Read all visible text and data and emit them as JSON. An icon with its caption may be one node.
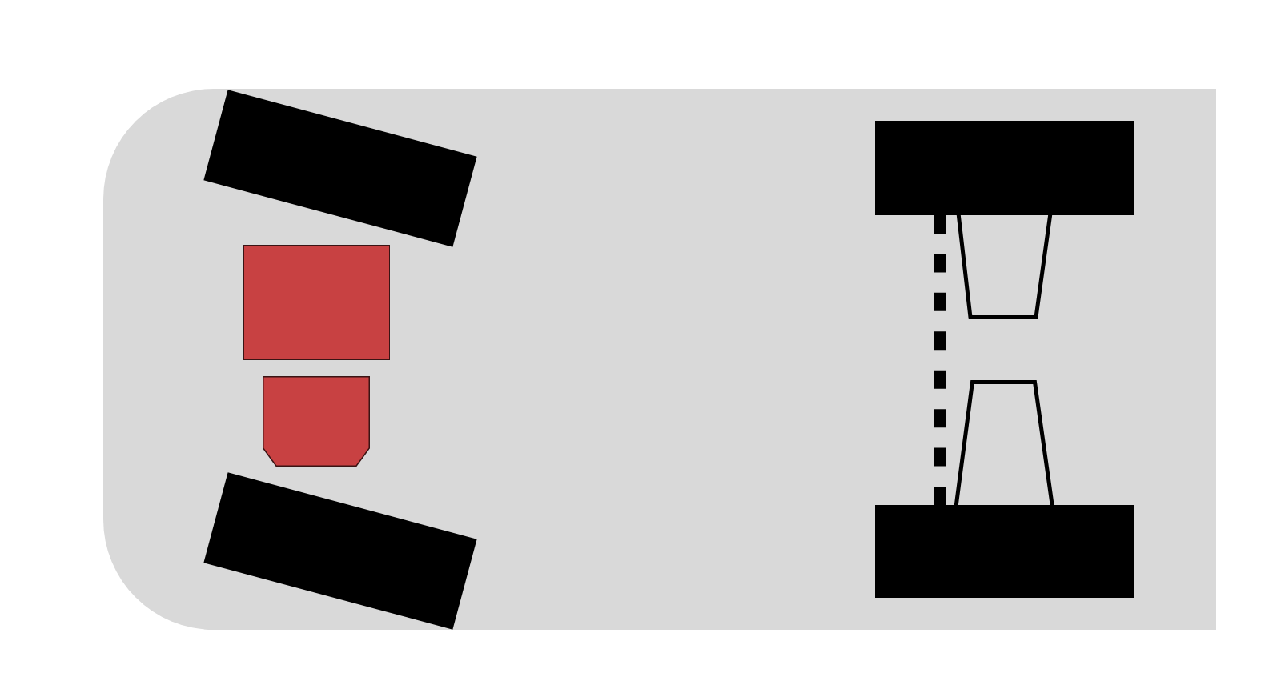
{
  "diagram": {
    "nodes": [
      {
        "text": [],
        "shape": "box"
      },
      {
        "text": [],
        "shape": "box",
        "in": 0
      },
      {
        "text": [],
        "shape": "box",
        "in": 0
      },
      {
        "text": [],
        "shape": "box",
        "in": 0
      },
      {
        "text": [],
        "shape": "box",
        "in": 0
      },
      {
        "text": [],
        "shape": "box",
        "in": 0
      },
      {
        "text": [],
        "shape": "trapezoid",
        "in": 0
      },
      {
        "text": [],
        "shape": "trapezoid",
        "in": 0
      },
      {
        "text": [],
        "shape": "box",
        "in": 0
      }
    ],
    "edges": [
      {
        "from": 5,
        "to": 8,
        "arrow": "none",
        "style": "dashed"
      }
    ]
  }
}
